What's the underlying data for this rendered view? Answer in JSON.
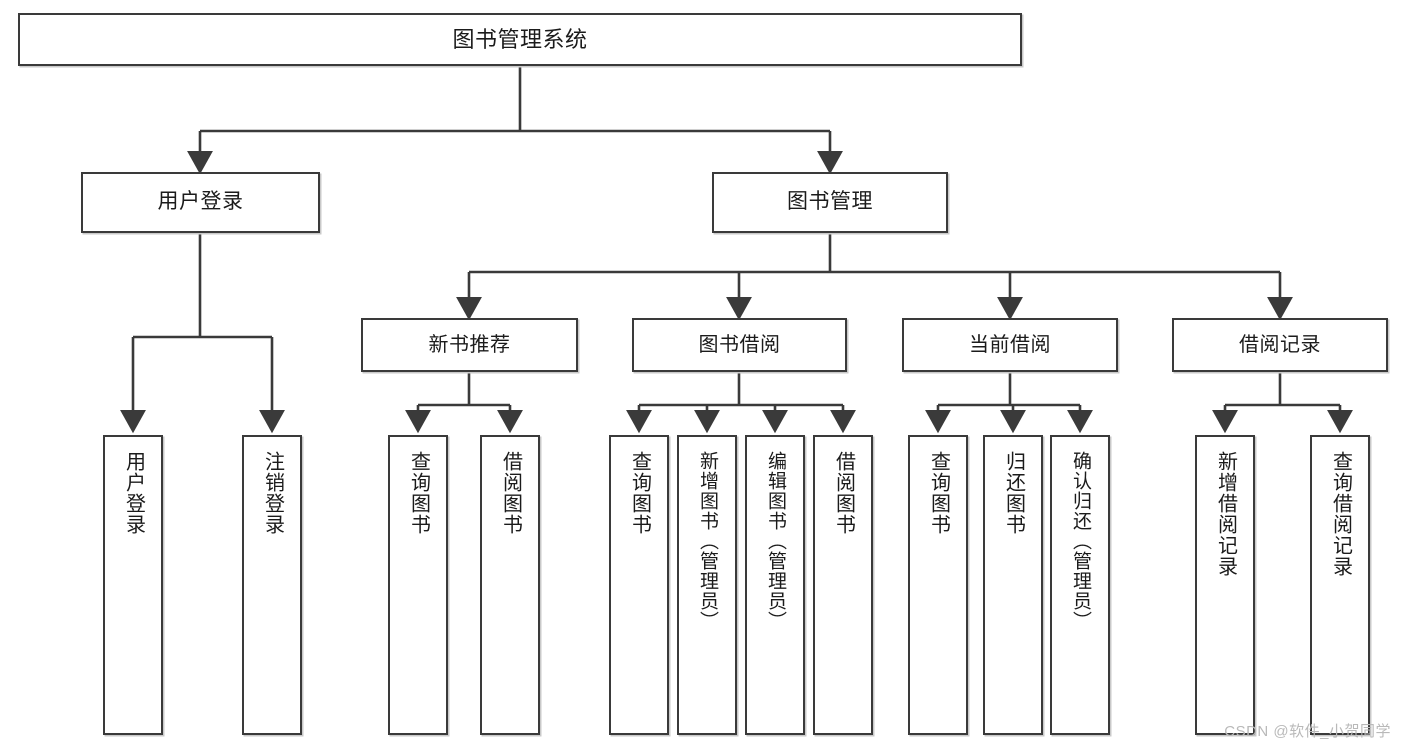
{
  "diagram": {
    "title": "图书管理系统",
    "type": "功能结构图",
    "background_color": "#ffffff",
    "line_color": "#3a3a3a",
    "box_fill": "#ffffff",
    "text_color": "#1b1b1b"
  },
  "root": {
    "label": "图书管理系统"
  },
  "level2": [
    {
      "label": "用户登录"
    },
    {
      "label": "图书管理"
    }
  ],
  "level3": [
    {
      "label": "新书推荐"
    },
    {
      "label": "图书借阅"
    },
    {
      "label": "当前借阅"
    },
    {
      "label": "借阅记录"
    }
  ],
  "leaves": {
    "user_login": [
      {
        "label": "用户登录"
      },
      {
        "label": "注销登录"
      }
    ],
    "new_book_recommend": [
      {
        "label": "查询图书"
      },
      {
        "label": "借阅图书"
      }
    ],
    "book_borrow": [
      {
        "label": "查询图书"
      },
      {
        "label": "新增图书（管理员）"
      },
      {
        "label": "编辑图书（管理员）"
      },
      {
        "label": "借阅图书"
      }
    ],
    "current_borrow": [
      {
        "label": "查询图书"
      },
      {
        "label": "归还图书"
      },
      {
        "label": "确认归还（管理员）"
      }
    ],
    "borrow_record": [
      {
        "label": "新增借阅记录"
      },
      {
        "label": "查询借阅记录"
      }
    ]
  },
  "watermark": {
    "text": "CSDN @软件_小贺同学"
  }
}
